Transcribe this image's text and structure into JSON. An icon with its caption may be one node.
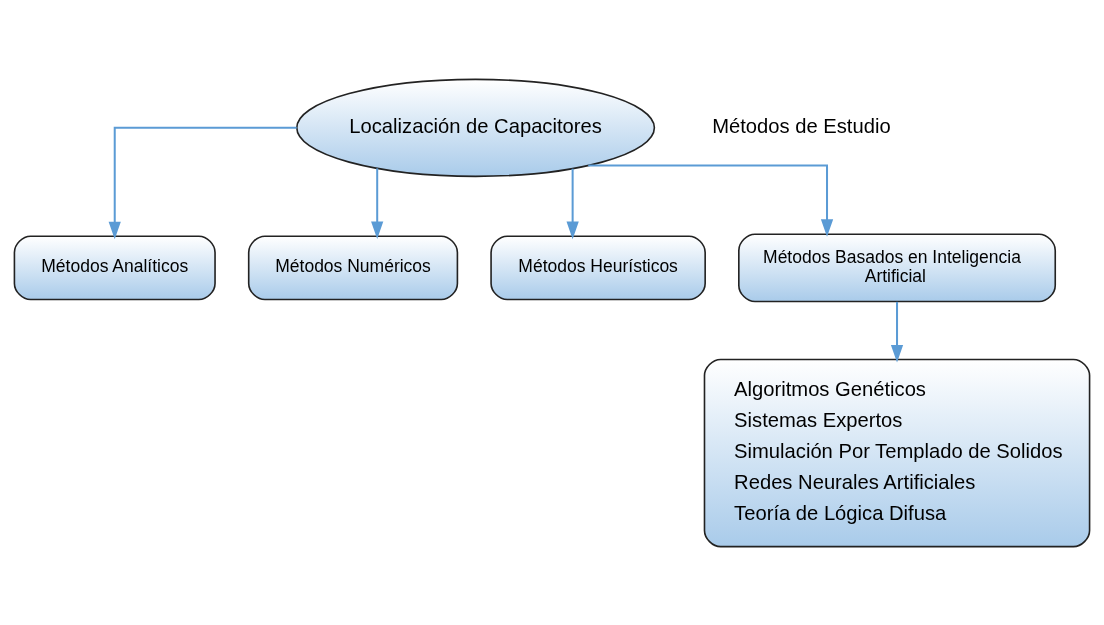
{
  "diagram": {
    "nodes": [
      {
        "text": [
          "Localización de Capacitores"
        ]
      },
      {
        "text": [
          "Métodos Analíticos"
        ]
      },
      {
        "text": [
          "Métodos Numéricos"
        ]
      },
      {
        "text": [
          "Métodos Heurísticos"
        ]
      },
      {
        "text": [
          "Métodos Basados en Inteligencia Artificial"
        ]
      },
      {
        "text": [
          "Algoritmos Genéticos",
          "Sistemas Expertos",
          "Simulación Por Templado de Solidos",
          "Redes Neurales Artificiales",
          "Teoría de Lógica Difusa"
        ]
      }
    ],
    "edges": [
      {
        "from": 0,
        "to": 1,
        "arrow": "to"
      },
      {
        "from": 0,
        "to": 2,
        "arrow": "to"
      },
      {
        "from": 0,
        "to": 3,
        "arrow": "to"
      },
      {
        "from": 0,
        "to": 4,
        "arrow": "to"
      },
      {
        "from": 4,
        "to": 5,
        "arrow": "to"
      }
    ],
    "labels": [
      "Métodos de Estudio"
    ]
  }
}
